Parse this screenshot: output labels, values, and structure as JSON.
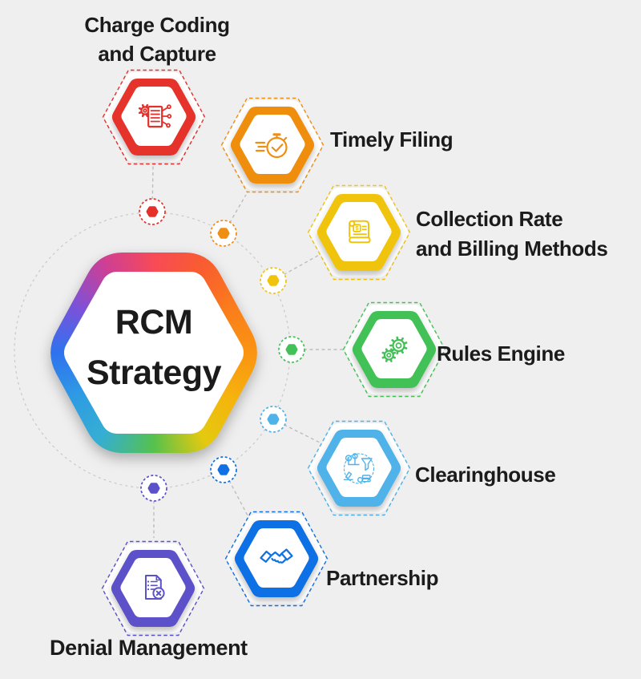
{
  "diagram_title": "RCM Strategy",
  "background_color": "#efeff0",
  "text_color": "#1b1b1b",
  "center": {
    "label_lines": [
      "RCM",
      "Strategy"
    ],
    "fill": "#ffffff",
    "gradient_colors": [
      "#f84a57",
      "#f95d2f",
      "#fa7d1b",
      "#fa9412",
      "#f6b30d",
      "#e4c90f",
      "#56c14d",
      "#35aed3",
      "#2e9ae4",
      "#2f72ee",
      "#7a52da",
      "#cf3f92",
      "#f84a57"
    ]
  },
  "items": [
    {
      "id": "charge-coding",
      "label": "Charge Coding and Capture",
      "label_lines": [
        "Charge Coding",
        "and Capture"
      ],
      "color": "#e5302a",
      "icon": "document-gear-network-icon"
    },
    {
      "id": "timely-filing",
      "label": "Timely Filing",
      "color": "#ef8e11",
      "icon": "stopwatch-icon"
    },
    {
      "id": "collection-rate",
      "label": "Collection Rate and Billing Methods",
      "label_lines": [
        "Collection Rate",
        "and Billing Methods"
      ],
      "color": "#f0c30d",
      "icon": "billing-scroll-icon"
    },
    {
      "id": "rules-engine",
      "label": "Rules Engine",
      "color": "#43c156",
      "icon": "gears-icon"
    },
    {
      "id": "clearinghouse",
      "label": "Clearinghouse",
      "color": "#4fb2e9",
      "icon": "data-funnel-icon"
    },
    {
      "id": "partnership",
      "label": "Partnership",
      "color": "#1070e4",
      "icon": "handshake-icon"
    },
    {
      "id": "denial-management",
      "label": "Denial Management",
      "color": "#5b51c9",
      "icon": "rejected-document-icon"
    }
  ],
  "connector": {
    "circle_color": "#c9c9c9",
    "line_color": "#bdbdbd"
  }
}
